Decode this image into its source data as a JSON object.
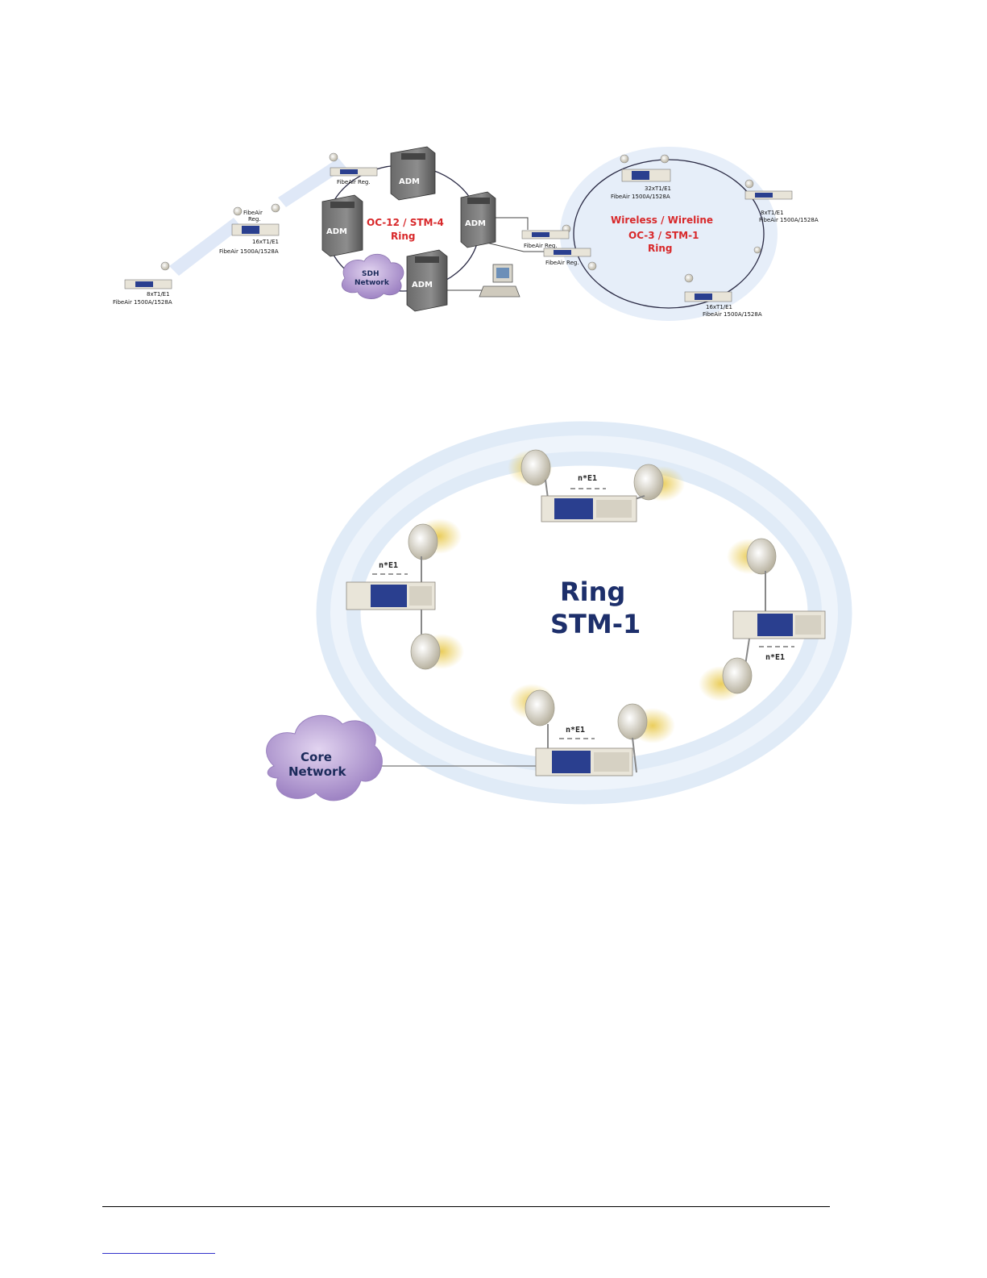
{
  "diagram1": {
    "ring_left": {
      "line1": "OC-12 / STM-4",
      "line2": "Ring"
    },
    "ring_right": {
      "line1": "Wireless / Wireline",
      "line2": "OC-3 / STM-1",
      "line3": "Ring"
    },
    "adm_label": "ADM",
    "sdh_cloud": {
      "line1": "SDH",
      "line2": "Network"
    },
    "nodes": {
      "chain_bottom": {
        "line1": "8xT1/E1",
        "line2": "FibeAir 1500A/1528A"
      },
      "chain_mid_reg": {
        "line1": "FibeAir",
        "line2": "Reg."
      },
      "chain_mid": {
        "line1": "16xT1/E1",
        "line2": "FibeAir 1500A/1528A"
      },
      "chain_top": {
        "line1": "FibeAir Reg."
      },
      "right_reg1": {
        "line1": "FibeAir Reg."
      },
      "right_reg2": {
        "line1": "FibeAir Reg."
      },
      "ring_top": {
        "line1": "32xT1/E1",
        "line2": "FibeAir 1500A/1528A"
      },
      "ring_right": {
        "line1": "8xT1/E1",
        "line2": "FibeAir 1500A/1528A"
      },
      "ring_bottom": {
        "line1": "16xT1/E1",
        "line2": "FibeAir 1500A/1528A"
      }
    }
  },
  "diagram2": {
    "ring_label": {
      "line1": "Ring",
      "line2": "STM-1"
    },
    "core_cloud": {
      "line1": "Core",
      "line2": "Network"
    },
    "ne1_label": "n*E1"
  },
  "colors": {
    "accent_red": "#d8282a",
    "navy": "#1d2f6b",
    "cloud": "#b49ad0",
    "device_blue": "#2a3f8f"
  }
}
